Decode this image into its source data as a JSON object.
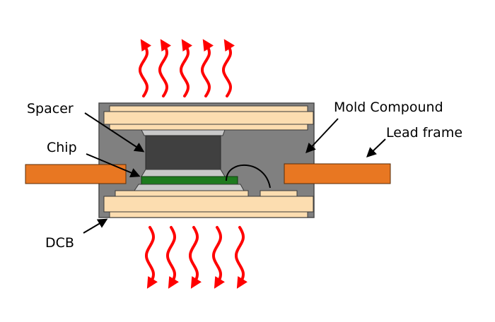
{
  "labels": {
    "spacer": "Spacer",
    "chip": "Chip",
    "dcb": "DCB",
    "mold_compound": "Mold Compound",
    "lead_frame": "Lead frame"
  },
  "colors": {
    "mold": "#808080",
    "dcb_ceramic": "#FCDDB0",
    "outline": "#3a3a3a",
    "spacer": "#404040",
    "solder": "#C8C8C8",
    "chip": "#1E7A1E",
    "lead_frame": "#E87722",
    "heat_arrow": "#FF0000"
  },
  "heat_flow": {
    "top_icon": "wavy-heat-arrow-up-icon",
    "bottom_icon": "wavy-heat-arrow-down-icon",
    "top_count": 5,
    "bottom_count": 5
  }
}
